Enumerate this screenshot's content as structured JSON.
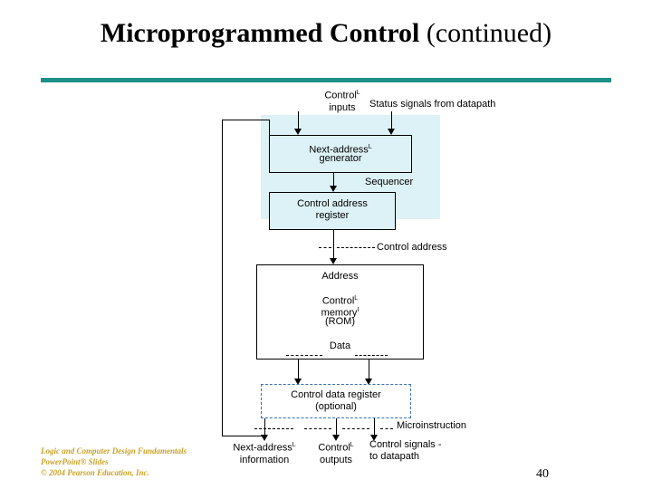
{
  "slide": {
    "title_main": "Microprogrammed Control",
    "title_suffix": "(continued)",
    "page_number": "40",
    "accent_color": "#1a8f86",
    "tint_color": "#ddf2f7",
    "footer_lines": [
      "Logic and Computer Design Fundamentals",
      "PowerPoint® Slides",
      "© 2004 Pearson Education, Inc."
    ]
  },
  "diagram": {
    "labels": {
      "control_inputs_line1": "Control",
      "control_inputs_line2": "inputs",
      "status_signals": "Status signals from datapath",
      "sequencer": "Sequencer",
      "control_address": "Control address",
      "microinstruction": "Microinstruction",
      "next_address_info_line1": "Next-address",
      "next_address_info_line2": "information",
      "control_outputs_line1": "Control",
      "control_outputs_line2": "outputs",
      "control_signals_line1": "Control signals",
      "control_signals_line2": "to datapath"
    },
    "boxes": [
      {
        "name": "next-address-generator",
        "lines": [
          "Next-address",
          "generator"
        ],
        "style": "tint"
      },
      {
        "name": "control-address-register",
        "lines": [
          "Control address",
          "register"
        ],
        "style": "tint"
      },
      {
        "name": "control-memory-rom",
        "lines": [
          "Address",
          "Control",
          "memory",
          "(ROM)",
          "Data"
        ],
        "style": "plain"
      },
      {
        "name": "control-data-register",
        "lines": [
          "Control data register",
          "(optional)"
        ],
        "style": "dashed"
      }
    ]
  }
}
